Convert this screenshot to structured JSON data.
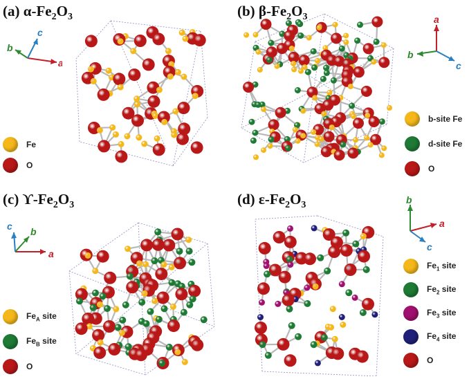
{
  "colors": {
    "fe_gold": "#F5B81A",
    "fe_green": "#1E7A34",
    "fe_magenta": "#A0106E",
    "fe_navy": "#20207A",
    "oxygen": "#B81818",
    "axis_a": "#C0202A",
    "axis_b": "#2E8A2E",
    "axis_c": "#2A7FC0"
  },
  "panels": [
    {
      "id": "a",
      "label": "(a)",
      "phase": "α",
      "formula_main": "Fe",
      "formula_sub1": "2",
      "formula_mid": "O",
      "formula_sub2": "3",
      "axes": {
        "a": "a",
        "b": "b",
        "c": "c"
      },
      "legend": [
        {
          "label": "Fe",
          "sub": "",
          "suffix": "",
          "color": "#F5B81A"
        },
        {
          "label": "O",
          "sub": "",
          "suffix": "",
          "color": "#B81818"
        }
      ]
    },
    {
      "id": "b",
      "label": "(b)",
      "phase": "β",
      "formula_main": "Fe",
      "formula_sub1": "2",
      "formula_mid": "O",
      "formula_sub2": "3",
      "axes": {
        "a": "a",
        "b": "b",
        "c": "c"
      },
      "legend": [
        {
          "label": "b-site Fe",
          "sub": "",
          "suffix": "",
          "color": "#F5B81A"
        },
        {
          "label": "d-site Fe",
          "sub": "",
          "suffix": "",
          "color": "#1E7A34"
        },
        {
          "label": "O",
          "sub": "",
          "suffix": "",
          "color": "#B81818"
        }
      ]
    },
    {
      "id": "c",
      "label": "(c)",
      "phase": "ϒ",
      "formula_main": "Fe",
      "formula_sub1": "2",
      "formula_mid": "O",
      "formula_sub2": "3",
      "axes": {
        "a": "a",
        "b": "b",
        "c": "c"
      },
      "legend": [
        {
          "label": "Fe",
          "sub": "A",
          "suffix": " site",
          "color": "#F5B81A"
        },
        {
          "label": "Fe",
          "sub": "B",
          "suffix": " site",
          "color": "#1E7A34"
        },
        {
          "label": "O",
          "sub": "",
          "suffix": "",
          "color": "#B81818"
        }
      ]
    },
    {
      "id": "d",
      "label": "(d)",
      "phase": "ε",
      "formula_main": "Fe",
      "formula_sub1": "2",
      "formula_mid": "O",
      "formula_sub2": "3",
      "axes": {
        "a": "a",
        "b": "b",
        "c": "c"
      },
      "legend": [
        {
          "label": "Fe",
          "sub": "1",
          "suffix": " site",
          "color": "#F5B81A"
        },
        {
          "label": "Fe",
          "sub": "2",
          "suffix": " site",
          "color": "#1E7A34"
        },
        {
          "label": "Fe",
          "sub": "3",
          "suffix": " site",
          "color": "#A0106E"
        },
        {
          "label": "Fe",
          "sub": "4",
          "suffix": " site",
          "color": "#20207A"
        },
        {
          "label": "O",
          "sub": "",
          "suffix": "",
          "color": "#B81818"
        }
      ]
    }
  ]
}
